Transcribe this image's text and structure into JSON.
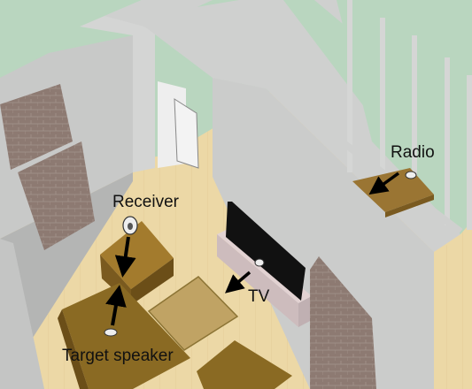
{
  "labels": {
    "receiver": "Receiver",
    "tv": "TV",
    "radio": "Radio",
    "target_speaker": "Target speaker"
  },
  "colors": {
    "background": "#b9d6bf",
    "floor": "#ecd8a6",
    "wall_top": "#cfd0cf",
    "wall_face": "#a9aaa9",
    "furniture_wood": "#8a6a23",
    "brick_panel": "#8d7a72",
    "tv_screen": "#111111",
    "arrow": "#000000"
  }
}
